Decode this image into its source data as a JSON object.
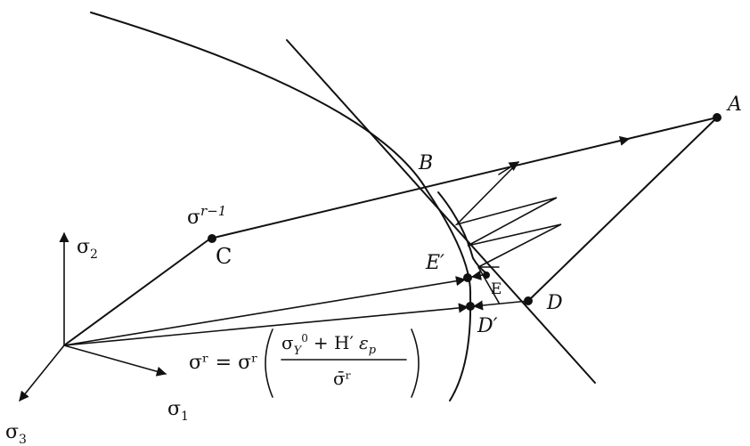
{
  "points": {
    "A": "A",
    "B": "B",
    "C": "C",
    "D": "D",
    "D_prime": "D′",
    "E": "E",
    "E_prime": "E′"
  },
  "axes": {
    "sigma1": "σ",
    "sigma1_sub": "1",
    "sigma2": "σ",
    "sigma2_sub": "2",
    "sigma3": "σ",
    "sigma3_sub": "3"
  },
  "labels": {
    "sigma_r_minus_1_base": "σ",
    "sigma_r_minus_1_sup": "r−1"
  },
  "formula": {
    "lhs": "σʳ = σʳ",
    "numerator": "σ_Y⁰ + H′ ε_p",
    "numerator_sigma": "σ",
    "numerator_y0": "Y",
    "numerator_sup": "0",
    "numerator_rest": "+ H′",
    "numerator_eps": "ε",
    "numerator_eps_sub": "p",
    "denominator": "σ̄ʳ"
  }
}
